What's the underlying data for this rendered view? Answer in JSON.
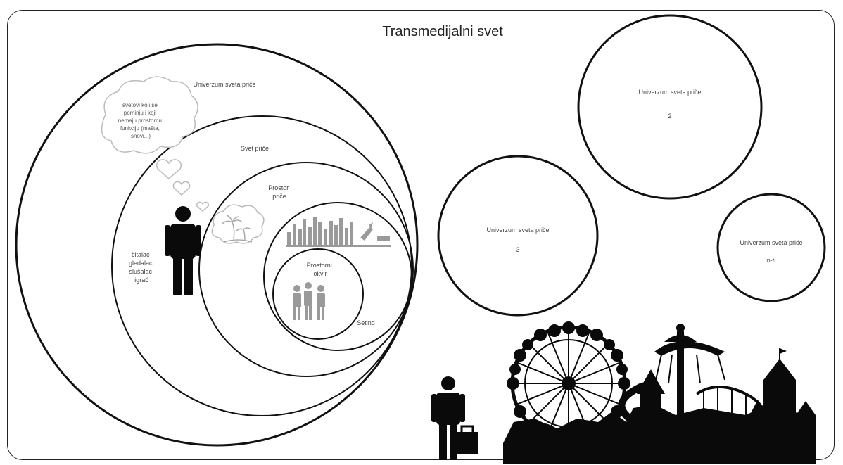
{
  "title": "Transmedijalni svet",
  "main_circle": {
    "universe_label": "Univerzum sveta priče",
    "story_world_label": "Svet priče",
    "story_space_label": "Prostor priče",
    "frame_label": "Prostorni okvir",
    "setting_label": "Seting",
    "thought_bubble_text": "svetovi koji se pominju i koji nemaju prostornu funkciju (mašta, snovi...)",
    "audience_label": "čitalac gledalac slušalac igrač"
  },
  "other_universes": [
    {
      "label": "Univerzum sveta priče",
      "number": "2"
    },
    {
      "label": "Univerzum sveta priče",
      "number": "3"
    },
    {
      "label": "Univerzum sveta priče",
      "number": "n-ti"
    }
  ],
  "colors": {
    "stroke": "#111111",
    "silhouette": "#0a0a0a",
    "grey_icon": "#9a9a9a"
  }
}
